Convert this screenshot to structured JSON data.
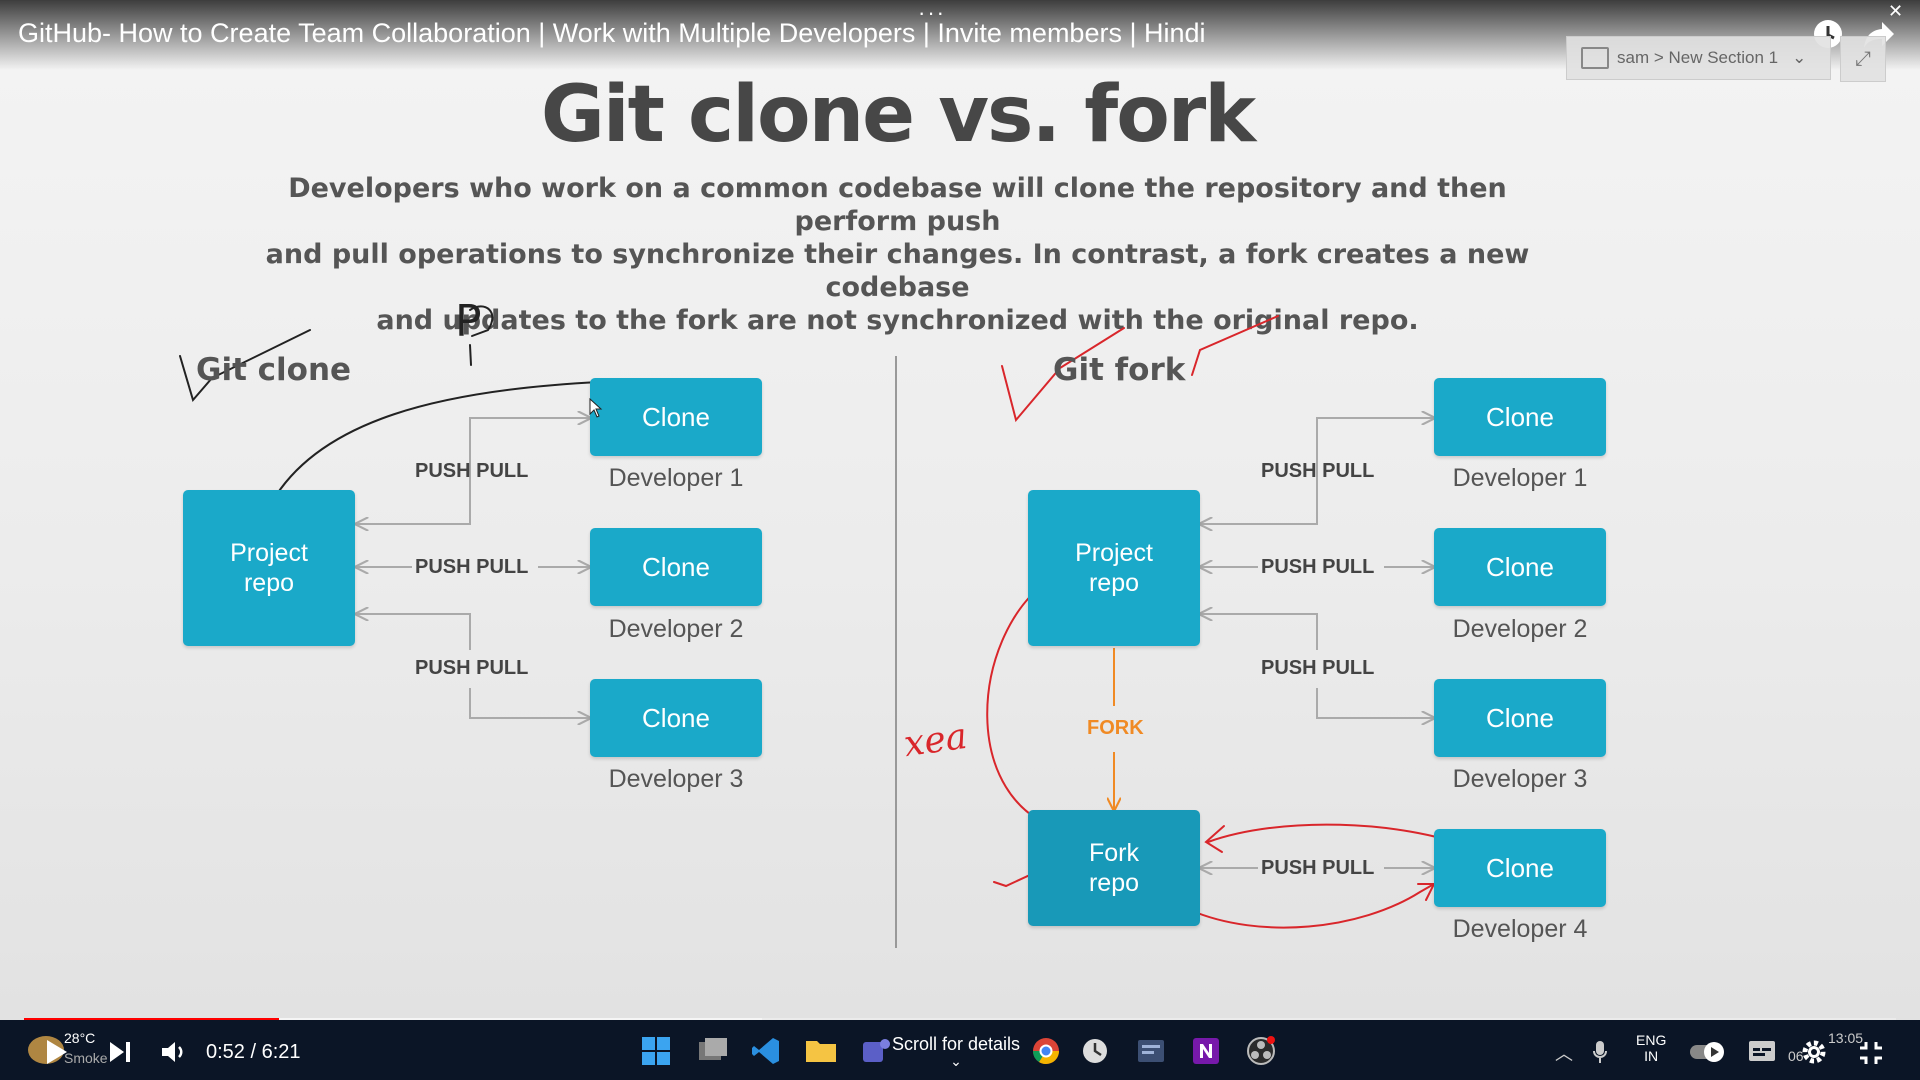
{
  "player": {
    "video_title": "GitHub- How to Create Team Collaboration | Work with Multiple Developers | Invite members | Hindi",
    "time_current": "0:52",
    "time_total": "6:21",
    "time_separator": "/",
    "progress_fraction": 0.136,
    "buffer_fraction": 0.394,
    "scroll_hint": "Scroll for details"
  },
  "onenote": {
    "breadcrumb": "sam > New Section 1"
  },
  "slide": {
    "title": "Git clone vs. fork",
    "description_lines": [
      "Developers who work on a common codebase will clone the repository and then perform push",
      "and pull operations to synchronize their changes. In contrast, a fork creates a new codebase",
      "and updates to the fork are not synchronized with the original repo."
    ],
    "left": {
      "label": "Git clone",
      "repo_lines": [
        "Project",
        "repo"
      ],
      "push_pull": [
        "PUSH PULL",
        "PUSH PULL",
        "PUSH PULL"
      ],
      "clones": [
        {
          "box": "Clone",
          "dev": "Developer 1"
        },
        {
          "box": "Clone",
          "dev": "Developer 2"
        },
        {
          "box": "Clone",
          "dev": "Developer 3"
        }
      ]
    },
    "right": {
      "label": "Git fork",
      "repo_lines": [
        "Project",
        "repo"
      ],
      "fork_repo_lines": [
        "Fork",
        "repo"
      ],
      "fork_label": "FORK",
      "push_pull": [
        "PUSH PULL",
        "PUSH PULL",
        "PUSH PULL",
        "PUSH PULL"
      ],
      "clones": [
        {
          "box": "Clone",
          "dev": "Developer 1"
        },
        {
          "box": "Clone",
          "dev": "Developer 2"
        },
        {
          "box": "Clone",
          "dev": "Developer 3"
        },
        {
          "box": "Clone",
          "dev": "Developer 4"
        }
      ]
    },
    "handwriting": {
      "letter_p": "P",
      "word_red": "xea"
    }
  },
  "taskbar": {
    "weather_temp": "28°C",
    "weather_desc": "Smoke",
    "lang_line1": "ENG",
    "lang_line2": "IN",
    "clock_time": "13:05",
    "clock_date": "06-"
  },
  "colors": {
    "box_blue": "#1aa9c9",
    "fork_orange": "#f08a24",
    "ink_red": "#d9262b",
    "progress_red": "#ff0000"
  }
}
